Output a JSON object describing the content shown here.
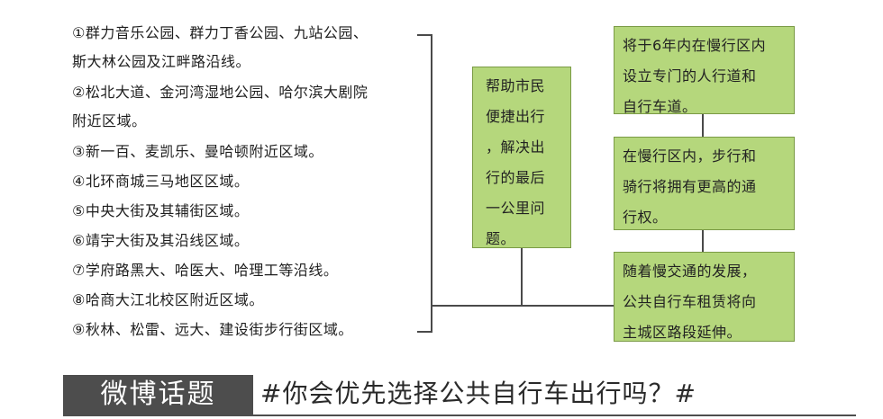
{
  "areas": [
    "①群力音乐公园、群力丁香公园、九站公园、",
    "斯大林公园及江畔路沿线。",
    "②松北大道、金河湾湿地公园、哈尔滨大剧院",
    "附近区域。",
    "③新一百、麦凯乐、曼哈顿附近区域。",
    "④北环商城三马地区区域。",
    "⑤中央大街及其辅街区域。",
    "⑥靖宇大街及其沿线区域。",
    "⑦学府路黑大、哈医大、哈理工等沿线。",
    "⑧哈商大江北校区附近区域。",
    "⑨秋林、松雷、远大、建设街步行街区域。"
  ],
  "center_box": [
    "帮助市民",
    "便捷出行",
    "，解决出",
    "行的最后",
    "一公里问",
    "题。"
  ],
  "right_boxes": [
    [
      "将于6年内在慢行区内",
      "设立专门的人行道和",
      "自行车道。"
    ],
    [
      "在慢行区内，步行和",
      "骑行将拥有更高的通",
      "行权。"
    ],
    [
      "随着慢交通的发展，",
      "公共自行车租赁将向",
      "主城区路段延伸。"
    ]
  ],
  "footer": {
    "title": "微博话题",
    "topic": "#你会优先选择公共自行车出行吗？#"
  },
  "colors": {
    "box_fill": "#b5d77c",
    "box_border": "#7a9a45",
    "title_bg": "#4d4d4d"
  }
}
